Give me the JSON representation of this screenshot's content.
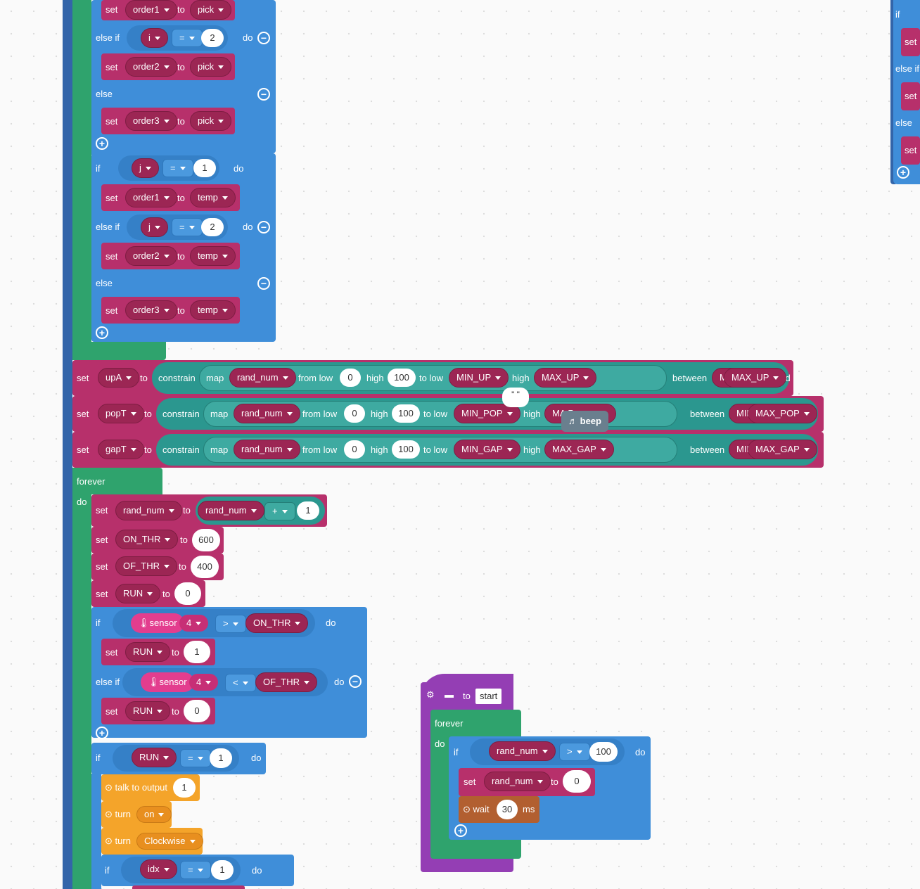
{
  "kw": {
    "set": "set",
    "to": "to",
    "do": "do",
    "if": "if",
    "else_if": "else if",
    "else": "else",
    "forever": "forever",
    "constrain": "constrain",
    "map": "map",
    "from": "from",
    "low": "low",
    "high": "high",
    "to_low": "to low",
    "between": "between",
    "and": "and",
    "ms": "ms",
    "wait": "wait",
    "turn": "turn",
    "talk": "talk to output",
    "sensor": "sensor",
    "beep": "beep"
  },
  "vars": {
    "order1": "order1",
    "order2": "order2",
    "order3": "order3",
    "pick": "pick",
    "temp": "temp",
    "i": "i",
    "j": "j",
    "upA": "upA",
    "popT": "popT",
    "gapT": "gapT",
    "rand_num": "rand_num",
    "ON_THR": "ON_THR",
    "OF_THR": "OF_THR",
    "RUN": "RUN",
    "idx": "idx",
    "MIN_UP": "MIN_UP",
    "MAX_UP": "MAX_UP",
    "MIN_POP": "MIN_POP",
    "MAX_POP": "MAX_POP",
    "MIN_GAP": "MIN_GAP",
    "MAX_GAP": "MAX_GAP",
    "MA_partial": "MA",
    "P_partial": "P"
  },
  "ops": {
    "eq": "=",
    "plus": "+",
    "gt": ">",
    "lt": "<"
  },
  "nums": {
    "n0": "0",
    "n1": "1",
    "n2": "2",
    "n4": "4",
    "n30": "30",
    "n100": "100",
    "n400": "400",
    "n600": "600"
  },
  "labels": {
    "on": "on",
    "clockwise": "Clockwise",
    "start": "start",
    "quote": "\" \""
  },
  "right_panel": {
    "if": "if",
    "set": "set",
    "else_if": "else if",
    "else": "else"
  }
}
